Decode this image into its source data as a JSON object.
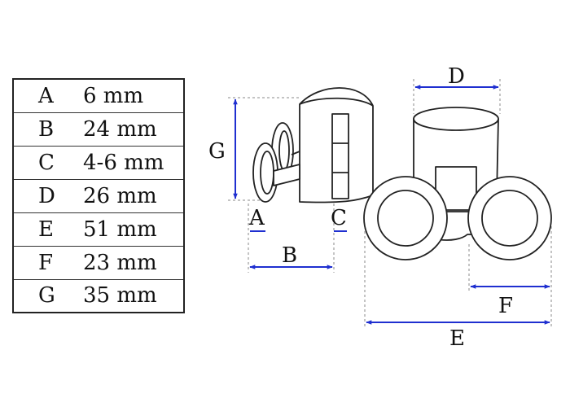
{
  "specs": [
    {
      "key": "A",
      "value": "6 mm"
    },
    {
      "key": "B",
      "value": "24 mm"
    },
    {
      "key": "C",
      "value": "4-6 mm"
    },
    {
      "key": "D",
      "value": "26 mm"
    },
    {
      "key": "E",
      "value": "51 mm"
    },
    {
      "key": "F",
      "value": "23 mm"
    },
    {
      "key": "G",
      "value": "35 mm"
    }
  ],
  "labels": {
    "A": "A",
    "B": "B",
    "C": "C",
    "D": "D",
    "E": "E",
    "F": "F",
    "G": "G"
  },
  "colors": {
    "dimension": "#1f2fd0",
    "outline": "#222222",
    "guide": "#8a8a8a"
  }
}
